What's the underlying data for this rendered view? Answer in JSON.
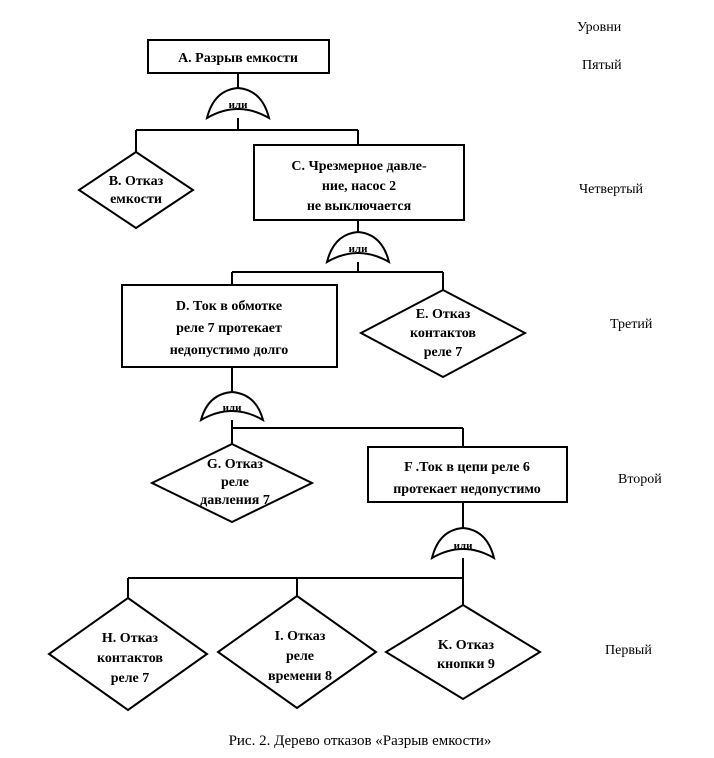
{
  "levels": {
    "header": "Уровни",
    "fifth": "Пятый",
    "fourth": "Четвертый",
    "third": "Третий",
    "second": "Второй",
    "first": "Первый"
  },
  "gate_label": "или",
  "nodes": {
    "A": {
      "shape": "rect",
      "lines": [
        "A. Разрыв емкости"
      ]
    },
    "B": {
      "shape": "diamond",
      "lines": [
        "B. Отказ",
        "емкости"
      ]
    },
    "C": {
      "shape": "rect",
      "lines": [
        "C. Чрезмерное давле-",
        "ние, насос 2",
        "не выключается"
      ]
    },
    "D": {
      "shape": "rect",
      "lines": [
        "D. Ток в обмотке",
        "реле 7 протекает",
        "недопустимо долго"
      ]
    },
    "E": {
      "shape": "diamond",
      "lines": [
        "E. Отказ",
        "контактов",
        "реле 7"
      ]
    },
    "G": {
      "shape": "diamond",
      "lines": [
        "G. Отказ",
        "реле",
        "давления 7"
      ]
    },
    "F": {
      "shape": "rect",
      "lines": [
        "F .Ток в цепи реле 6",
        "протекает недопустимо"
      ]
    },
    "H": {
      "shape": "diamond",
      "lines": [
        "H. Отказ",
        "контактов",
        "реле 7"
      ]
    },
    "I": {
      "shape": "diamond",
      "lines": [
        "I. Отказ",
        "реле",
        "времени 8"
      ]
    },
    "K": {
      "shape": "diamond",
      "lines": [
        "K. Отказ",
        "кнопки 9"
      ]
    }
  },
  "caption": "Рис. 2. Дерево отказов «Разрыв емкости»"
}
